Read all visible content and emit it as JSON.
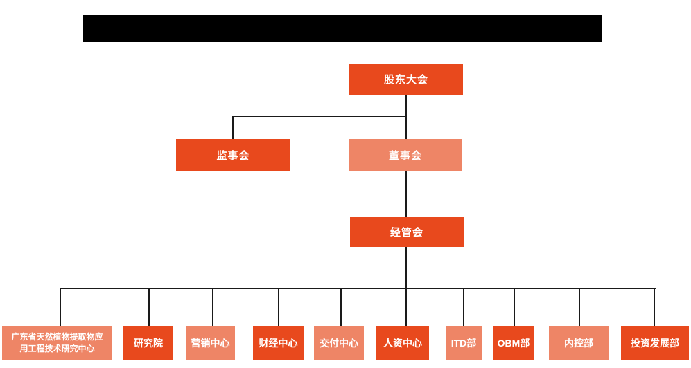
{
  "colors": {
    "node_dark": "#e8491d",
    "node_light": "#ee8566",
    "connector": "#1a1a1a",
    "redacted_bar": "#000000",
    "node_text": "#ffffff",
    "background": "#ffffff"
  },
  "org_chart": {
    "type": "organization-chart",
    "level1": {
      "label": "股东大会"
    },
    "level2": [
      {
        "label": "监事会"
      },
      {
        "label": "董事会"
      }
    ],
    "level3": {
      "label": "经管会"
    },
    "level4": [
      {
        "label": "广东省天然植物提取物应用工程技术研究中心"
      },
      {
        "label": "研究院"
      },
      {
        "label": "营销中心"
      },
      {
        "label": "财经中心"
      },
      {
        "label": "交付中心"
      },
      {
        "label": "人资中心"
      },
      {
        "label": "ITD部"
      },
      {
        "label": "OBM部"
      },
      {
        "label": "内控部"
      },
      {
        "label": "投资发展部"
      }
    ]
  }
}
